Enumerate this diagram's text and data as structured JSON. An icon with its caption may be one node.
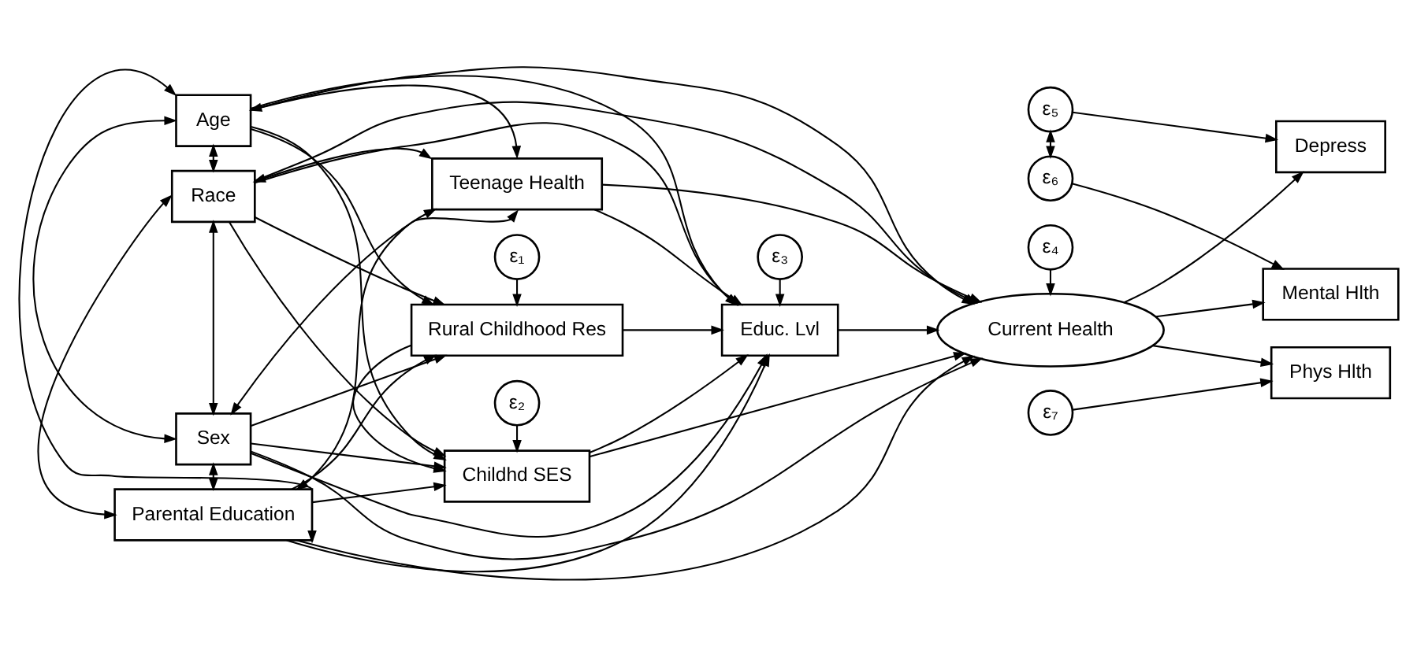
{
  "diagram": {
    "nodes": [
      {
        "text": [
          "Age"
        ]
      },
      {
        "text": [
          "Race"
        ]
      },
      {
        "text": [
          "Sex"
        ]
      },
      {
        "text": [
          "Parental Education"
        ]
      },
      {
        "text": [
          "Rural Childhood Res"
        ]
      },
      {
        "text": [
          "Childhd SES"
        ]
      },
      {
        "text": [
          "Teenage Health"
        ]
      },
      {
        "text": [
          "Educ. Lvl"
        ]
      },
      {
        "text": [
          "Current Health"
        ]
      },
      {
        "text": [
          "Depress"
        ]
      },
      {
        "text": [
          "Mental Hlth"
        ]
      },
      {
        "text": [
          "Phys Hlth"
        ]
      },
      {
        "text": [
          "ε₁"
        ]
      },
      {
        "text": [
          "ε₂"
        ]
      },
      {
        "text": [
          "ε₃"
        ]
      },
      {
        "text": [
          "ε₄"
        ]
      },
      {
        "text": [
          "ε₅"
        ]
      },
      {
        "text": [
          "ε₆"
        ]
      },
      {
        "text": [
          "ε₇"
        ]
      }
    ],
    "edges": [
      {
        "from": 0,
        "to": 1,
        "arrow": "both"
      },
      {
        "from": 1,
        "to": 2,
        "arrow": "both"
      },
      {
        "from": 2,
        "to": 3,
        "arrow": "both"
      },
      {
        "from": 0,
        "to": 2,
        "arrow": "both"
      },
      {
        "from": 0,
        "to": 3,
        "arrow": "both"
      },
      {
        "from": 1,
        "to": 3,
        "arrow": "both"
      },
      {
        "from": 0,
        "to": 6,
        "arrow": "both"
      },
      {
        "from": 1,
        "to": 6,
        "arrow": "both"
      },
      {
        "from": 2,
        "to": 6,
        "arrow": "both"
      },
      {
        "from": 3,
        "to": 6,
        "arrow": "both"
      },
      {
        "from": 0,
        "to": 4,
        "arrow": "to"
      },
      {
        "from": 1,
        "to": 4,
        "arrow": "to"
      },
      {
        "from": 2,
        "to": 4,
        "arrow": "to"
      },
      {
        "from": 3,
        "to": 4,
        "arrow": "to"
      },
      {
        "from": 0,
        "to": 5,
        "arrow": "to"
      },
      {
        "from": 1,
        "to": 5,
        "arrow": "to"
      },
      {
        "from": 2,
        "to": 5,
        "arrow": "to"
      },
      {
        "from": 3,
        "to": 5,
        "arrow": "to"
      },
      {
        "from": 4,
        "to": 5,
        "arrow": "to"
      },
      {
        "from": 0,
        "to": 7,
        "arrow": "to"
      },
      {
        "from": 1,
        "to": 7,
        "arrow": "to"
      },
      {
        "from": 2,
        "to": 7,
        "arrow": "to"
      },
      {
        "from": 3,
        "to": 7,
        "arrow": "to"
      },
      {
        "from": 4,
        "to": 7,
        "arrow": "to"
      },
      {
        "from": 5,
        "to": 7,
        "arrow": "to"
      },
      {
        "from": 6,
        "to": 7,
        "arrow": "to"
      },
      {
        "from": 0,
        "to": 8,
        "arrow": "to"
      },
      {
        "from": 1,
        "to": 8,
        "arrow": "to"
      },
      {
        "from": 2,
        "to": 8,
        "arrow": "to"
      },
      {
        "from": 3,
        "to": 8,
        "arrow": "to"
      },
      {
        "from": 5,
        "to": 8,
        "arrow": "to"
      },
      {
        "from": 7,
        "to": 8,
        "arrow": "to"
      },
      {
        "from": 6,
        "to": 8,
        "arrow": "to"
      },
      {
        "from": 8,
        "to": 9,
        "arrow": "to"
      },
      {
        "from": 8,
        "to": 10,
        "arrow": "to"
      },
      {
        "from": 8,
        "to": 11,
        "arrow": "to"
      },
      {
        "from": 12,
        "to": 4,
        "arrow": "to"
      },
      {
        "from": 13,
        "to": 5,
        "arrow": "to"
      },
      {
        "from": 14,
        "to": 7,
        "arrow": "to"
      },
      {
        "from": 15,
        "to": 8,
        "arrow": "to"
      },
      {
        "from": 16,
        "to": 9,
        "arrow": "to"
      },
      {
        "from": 17,
        "to": 10,
        "arrow": "to"
      },
      {
        "from": 18,
        "to": 11,
        "arrow": "to"
      },
      {
        "from": 16,
        "to": 17,
        "arrow": "both"
      }
    ]
  }
}
